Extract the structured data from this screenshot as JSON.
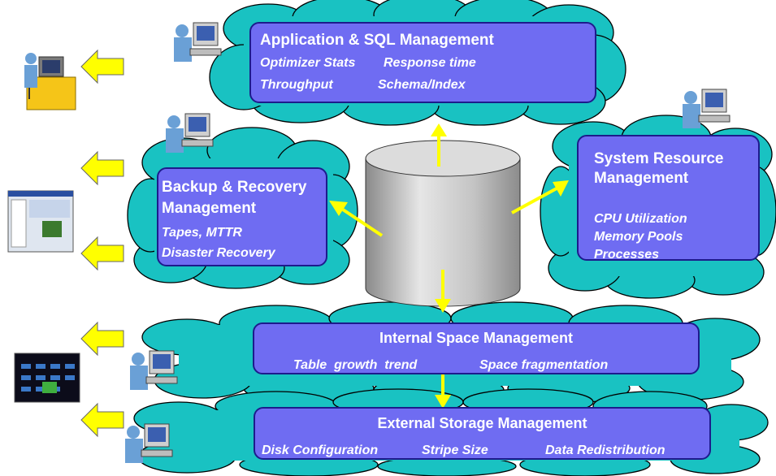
{
  "app_sql": {
    "title": "Application & SQL Management",
    "items": [
      "Optimizer Stats",
      "Response time",
      "Throughput",
      "Schema/Index"
    ]
  },
  "backup": {
    "title_line1": "Backup & Recovery",
    "title_line2": "Management",
    "items": [
      "Tapes, MTTR",
      "Disaster Recovery"
    ]
  },
  "system": {
    "title_line1": "System Resource",
    "title_line2": "Management",
    "items": [
      "CPU Utilization",
      "Memory Pools",
      "Processes"
    ]
  },
  "internal": {
    "title": "Internal Space Management",
    "items": [
      "Table  growth  trend",
      "Space fragmentation"
    ]
  },
  "external": {
    "title": "External Storage Management",
    "items": [
      "Disk Configuration",
      "Stripe Size",
      "Data Redistribution"
    ]
  },
  "colors": {
    "cloud": "#19c2c2",
    "box": "#6f6cf2",
    "box_border": "#1d1b8c",
    "arrow": "#ffff00",
    "database": "#c0c0c0"
  },
  "icons": [
    "admin-workstation-icon",
    "monitor-console-icon",
    "database-icon"
  ]
}
